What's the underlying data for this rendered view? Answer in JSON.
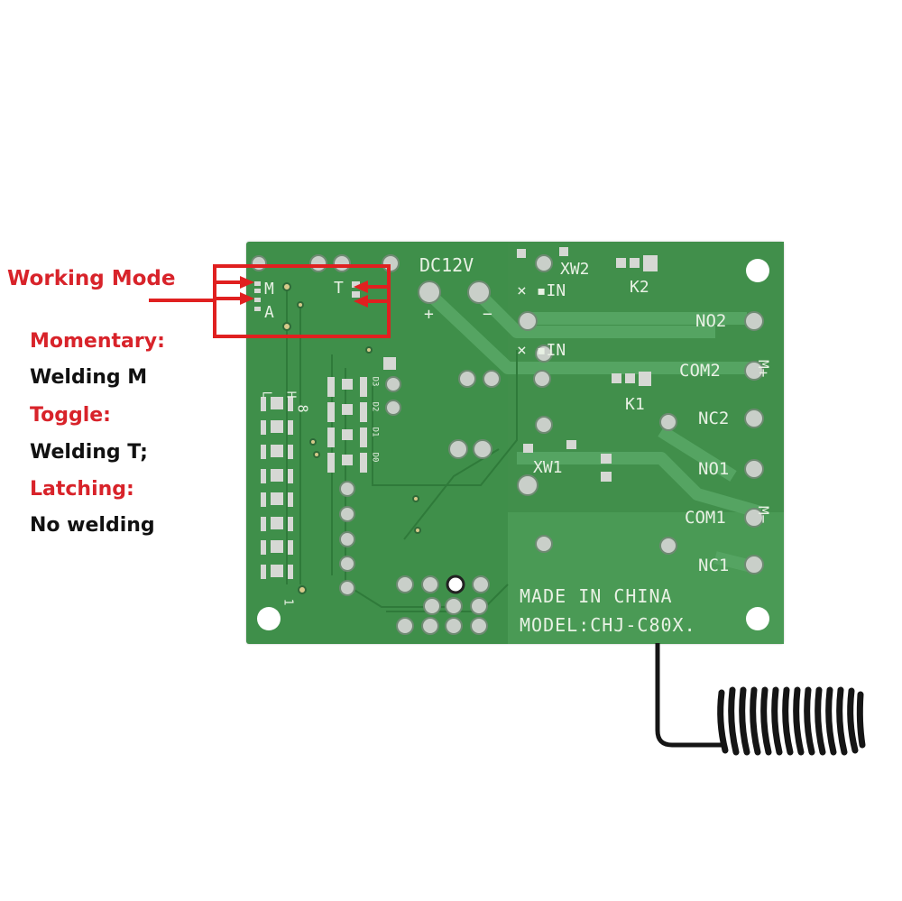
{
  "annotations": {
    "title": "Working Mode",
    "modes": [
      {
        "name": "Momentary:",
        "setting": "Welding M"
      },
      {
        "name": "Toggle:",
        "setting": "Welding T;"
      },
      {
        "name": "Latching:",
        "setting": "No welding"
      }
    ],
    "accent_color": "#d8232a",
    "text_color": "#111111"
  },
  "board": {
    "color": "#3f8f4a",
    "jumper_labels": {
      "m": "M",
      "a": "A",
      "t": "T"
    },
    "power_label": "DC12V",
    "power_plus": "+",
    "power_minus": "−",
    "inputs": [
      {
        "label": "× ▪IN",
        "id": "in2"
      },
      {
        "label": "× ▪IN",
        "id": "in1"
      }
    ],
    "weld_labels": {
      "xw2": "XW2",
      "xw1": "XW1"
    },
    "relay_labels": {
      "k2": "K2",
      "k1": "K1"
    },
    "terminals": [
      "NO2",
      "COM2",
      "NC2",
      "NO1",
      "COM1",
      "NC1"
    ],
    "motor_labels": {
      "plus": "M+",
      "minus": "M−"
    },
    "dip_labels": {
      "l": "L",
      "h": "H",
      "eight": "8",
      "one": "1"
    },
    "d_labels": [
      "D3",
      "D2",
      "D1",
      "D0"
    ],
    "made_in": "MADE IN CHINA",
    "model": "MODEL:CHJ-C80X."
  }
}
